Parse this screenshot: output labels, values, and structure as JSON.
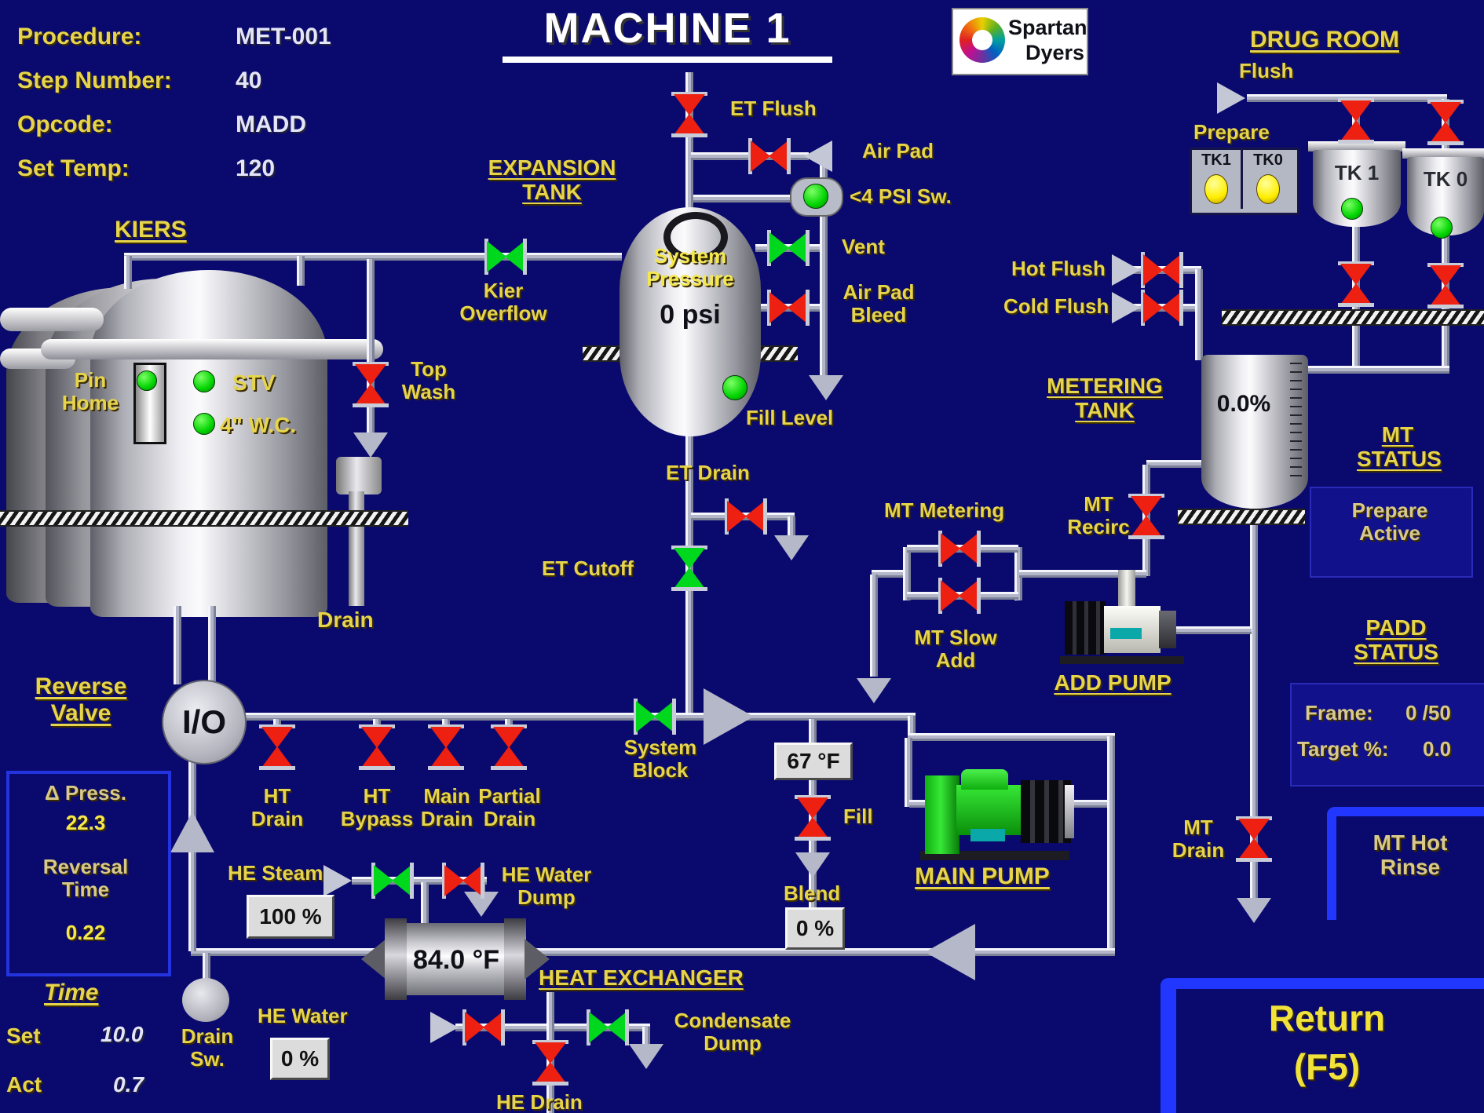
{
  "colors": {
    "background": "#0a0a6e",
    "pipe_grey": "#b2b6c8",
    "valve_red": "#ee2012",
    "valve_green": "#00d81e",
    "label_yellow": "#e6d44c",
    "panel_blue": "#2136ff",
    "indicator_green": "#00d400",
    "indicator_yellow": "#ffee00"
  },
  "header": {
    "title": "MACHINE 1",
    "rows": [
      {
        "label": "Procedure:",
        "value": "MET-001"
      },
      {
        "label": "Step Number:",
        "value": "40"
      },
      {
        "label": "Opcode:",
        "value": "MADD"
      },
      {
        "label": "Set Temp:",
        "value": "120"
      }
    ],
    "logo_line1": "Spartan",
    "logo_line2": "Dyers"
  },
  "kiers": {
    "title": "KIERS",
    "pin_home": "Pin\nHome",
    "stv": "STV",
    "wc": "4\" W.C.",
    "top_wash": "Top\nWash",
    "overflow": "Kier\nOverflow",
    "drain": "Drain",
    "io": "I/O",
    "reverse_valve": "Reverse\nValve"
  },
  "expansion": {
    "label": "EXPANSION\nTANK",
    "flush": "ET Flush",
    "air_pad": "Air Pad",
    "psi_sw": "<4 PSI Sw.",
    "vent": "Vent",
    "bleed": "Air Pad\nBleed",
    "pressure_label": "System\nPressure",
    "pressure_value": "0 psi",
    "fill_level": "Fill Level",
    "drain": "ET Drain",
    "cutoff": "ET Cutoff"
  },
  "drug_room": {
    "title": "DRUG ROOM",
    "flush": "Flush",
    "prepare": "Prepare",
    "tk1_btn": "TK1",
    "tk0_btn": "TK0",
    "tk1": "TK 1",
    "tk0": "TK 0",
    "hot_flush": "Hot Flush",
    "cold_flush": "Cold Flush"
  },
  "metering": {
    "title": "METERING\nTANK",
    "value": "0.0%",
    "status_title": "MT\nSTATUS",
    "status_text": "Prepare\nActive",
    "recirc": "MT\nRecirc",
    "metering_valves": "MT Metering",
    "slow_add": "MT Slow\nAdd",
    "add_pump": "ADD PUMP",
    "drain": "MT\nDrain",
    "hot_rinse": "MT Hot\nRinse"
  },
  "padd": {
    "title": "PADD\nSTATUS",
    "frame_label": "Frame:",
    "frame_value": "0 /50",
    "target_label": "Target %:",
    "target_value": "0.0"
  },
  "main": {
    "ht_drain": "HT\nDrain",
    "ht_bypass": "HT\nBypass",
    "main_drain": "Main\nDrain",
    "partial_drain": "Partial\nDrain",
    "system_block": "System\nBlock",
    "temp_value": "67 °F",
    "fill": "Fill",
    "blend": "Blend",
    "blend_value": "0 %",
    "main_pump": "MAIN PUMP"
  },
  "hx": {
    "title": "HEAT EXCHANGER",
    "temp": "84.0 °F",
    "steam": "HE Steam",
    "steam_value": "100 %",
    "water_dump": "HE Water\nDump",
    "water": "HE Water",
    "water_value": "0 %",
    "drain": "HE Drain",
    "condensate": "Condensate\nDump"
  },
  "left_panel": {
    "delta_press": "Δ Press.",
    "delta_value": "22.3",
    "reversal": "Reversal\nTime",
    "reversal_value": "0.22",
    "time_title": "Time",
    "set_label": "Set",
    "set_value": "10.0",
    "act_label": "Act",
    "act_value": "0.7",
    "drain_sw": "Drain\nSw."
  },
  "buttons": {
    "return_label": "Return",
    "return_key": "(F5)"
  }
}
